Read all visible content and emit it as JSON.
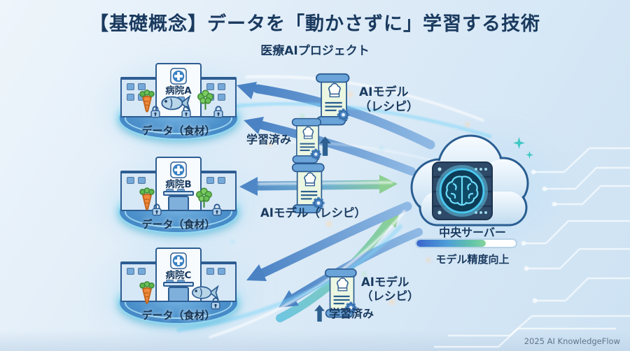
{
  "title": "【基礎概念】データを「動かさずに」学習する技術",
  "subtitle": "医療AIプロジェクト",
  "hospitals": [
    {
      "name": "病院A",
      "data_label": "データ（食材）"
    },
    {
      "name": "病院B",
      "data_label": "データ（食材）"
    },
    {
      "name": "病院C",
      "data_label": "データ（食材）"
    }
  ],
  "server": {
    "label": "中央サーバー",
    "progress_label": "モデル精度向上",
    "progress_percent": 70
  },
  "flows": {
    "to_a": {
      "model_line1": "AIモデル",
      "model_line2": "（レシピ）",
      "trained": "学習済み"
    },
    "to_b": {
      "model": "AIモデル（レシピ）"
    },
    "to_c": {
      "model_line1": "AIモデル",
      "model_line2": "（レシピ）",
      "trained": "学習済み"
    }
  },
  "footer": "2025 AI KnowledgeFlow",
  "icons": {
    "hospital-cross-icon": "white cross on blue circle",
    "carrot-icon": "carrot",
    "fish-icon": "fish",
    "parsley-icon": "parsley",
    "lock-icon": "padlock",
    "recipe-scroll-icon": "scroll with chef hat and gear",
    "up-arrow-icon": "↑",
    "brain-icon": "glowing brain",
    "cloud-server-icon": "cloud with server rack",
    "sparkle-icon": "✦"
  },
  "colors": {
    "title_text": "#1a3a5f",
    "arrow_blue": "#4a82c4",
    "arrow_green": "#8ccf92",
    "glow_cyan": "#54d4f0",
    "progress_start": "#3a66cc",
    "progress_end": "#86d49e",
    "background": "#ddebf7"
  }
}
